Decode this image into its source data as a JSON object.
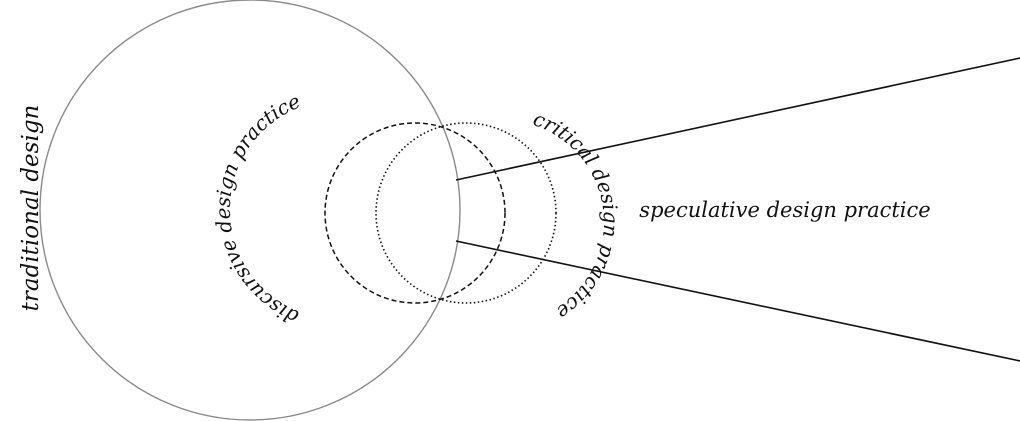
{
  "labels": {
    "traditional": "traditional design",
    "discursive": "discursive design practice",
    "critical": "critical design practice",
    "speculative": "speculative design practice"
  },
  "colors": {
    "ink": "#111111",
    "circle": "#8a8a8a",
    "background": "#ffffff"
  }
}
